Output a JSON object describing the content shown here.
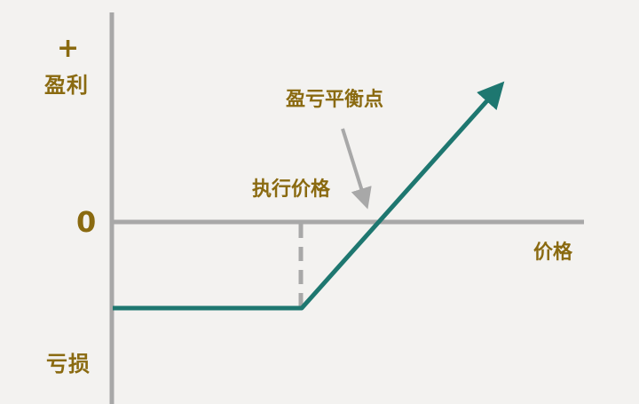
{
  "diagram": {
    "type": "call-option-payoff",
    "y_axis": {
      "top_sign": "+",
      "top_label": "盈利",
      "zero_label": "0",
      "bottom_label": "亏损"
    },
    "x_axis": {
      "label": "价格"
    },
    "annotations": {
      "breakeven_label": "盈亏平衡点",
      "strike_label": "执行价格"
    },
    "colors": {
      "background": "#f3f2f0",
      "axis": "#a8a8a8",
      "payoff_line": "#1e7770",
      "label_text": "#8a6a10",
      "annotation_arrow": "#a8a8a8"
    }
  }
}
